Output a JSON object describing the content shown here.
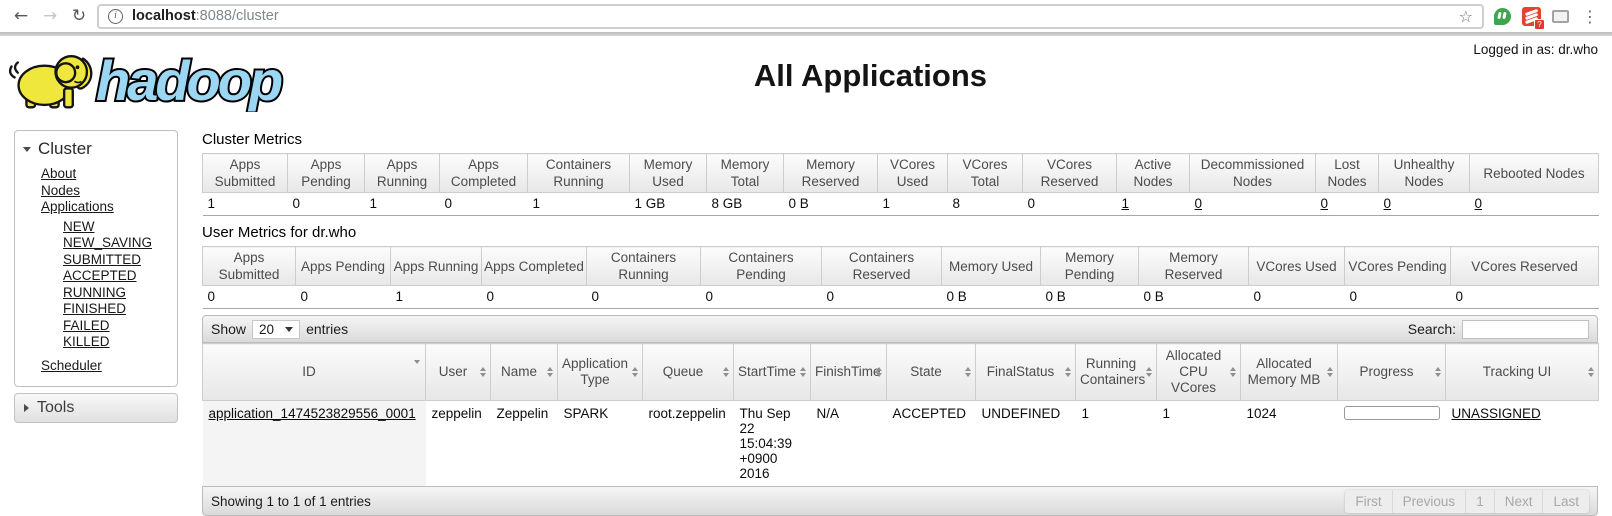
{
  "browser": {
    "back_icon": "←",
    "forward_icon": "→",
    "reload_icon": "↻",
    "info_icon": "i",
    "url_host": "localhost",
    "url_path": ":8088/cluster",
    "star_icon": "☆",
    "extension_badge": "?",
    "menu_icon": "⋮"
  },
  "header": {
    "logo_text": "hadoop",
    "title": "All Applications",
    "logged_in_as": "Logged in as: dr.who"
  },
  "sidebar": {
    "cluster_title": "Cluster",
    "links": [
      "About",
      "Nodes",
      "Applications"
    ],
    "app_states": [
      "NEW",
      "NEW_SAVING",
      "SUBMITTED",
      "ACCEPTED",
      "RUNNING",
      "FINISHED",
      "FAILED",
      "KILLED"
    ],
    "scheduler": "Scheduler",
    "tools_title": "Tools"
  },
  "cluster_metrics": {
    "title": "Cluster Metrics",
    "columns": [
      "Apps Submitted",
      "Apps Pending",
      "Apps Running",
      "Apps Completed",
      "Containers Running",
      "Memory Used",
      "Memory Total",
      "Memory Reserved",
      "VCores Used",
      "VCores Total",
      "VCores Reserved",
      "Active Nodes",
      "Decommissioned Nodes",
      "Lost Nodes",
      "Unhealthy Nodes",
      "Rebooted Nodes"
    ],
    "values": [
      "1",
      "0",
      "1",
      "0",
      "1",
      "1 GB",
      "8 GB",
      "0 B",
      "1",
      "8",
      "0",
      "1",
      "0",
      "0",
      "0",
      "0"
    ]
  },
  "user_metrics": {
    "title": "User Metrics for dr.who",
    "columns": [
      "Apps Submitted",
      "Apps Pending",
      "Apps Running",
      "Apps Completed",
      "Containers Running",
      "Containers Pending",
      "Containers Reserved",
      "Memory Used",
      "Memory Pending",
      "Memory Reserved",
      "VCores Used",
      "VCores Pending",
      "VCores Reserved"
    ],
    "values": [
      "0",
      "0",
      "1",
      "0",
      "0",
      "0",
      "0",
      "0 B",
      "0 B",
      "0 B",
      "0",
      "0",
      "0"
    ]
  },
  "apps": {
    "show_label": "Show",
    "page_size": "20",
    "entries_label": "entries",
    "search_label": "Search:",
    "columns": [
      "ID",
      "User",
      "Name",
      "Application Type",
      "Queue",
      "StartTime",
      "FinishTime",
      "State",
      "FinalStatus",
      "Running Containers",
      "Allocated CPU VCores",
      "Allocated Memory MB",
      "Progress",
      "Tracking UI"
    ],
    "row": {
      "id": "application_1474523829556_0001",
      "user": "zeppelin",
      "name": "Zeppelin",
      "application_type": "SPARK",
      "queue": "root.zeppelin",
      "start_time": "Thu Sep 22 15:04:39 +0900 2016",
      "finish_time": "N/A",
      "state": "ACCEPTED",
      "final_status": "UNDEFINED",
      "running_containers": "1",
      "allocated_cpu_vcores": "1",
      "allocated_memory_mb": "1024",
      "progress_percent": 0,
      "tracking_ui": "UNASSIGNED"
    },
    "footer_status": "Showing 1 to 1 of 1 entries",
    "pagination": [
      "First",
      "Previous",
      "1",
      "Next",
      "Last"
    ]
  }
}
